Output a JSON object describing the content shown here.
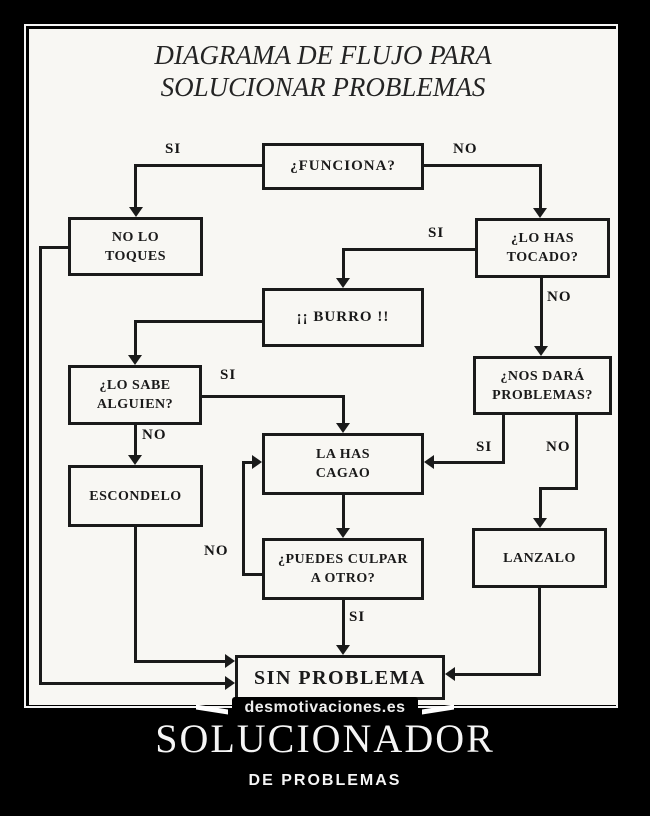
{
  "title": {
    "line1": "DIAGRAMA DE FLUJO PARA",
    "line2": "SOLUCIONAR PROBLEMAS"
  },
  "nodes": {
    "funciona": {
      "label": "¿FUNCIONA?"
    },
    "no_lo_toques": {
      "label": "NO LO\nTOQUES"
    },
    "lo_has_tocado": {
      "label": "¿LO HAS\nTOCADO?"
    },
    "burro": {
      "label": "¡¡ BURRO !!"
    },
    "lo_sabe_alguien": {
      "label": "¿LO SABE\nALGUIEN?"
    },
    "nos_dara_problemas": {
      "label": "¿NOS DARÁ\nPROBLEMAS?"
    },
    "la_has_cagao": {
      "label": "LA HAS\nCAGAO"
    },
    "escondelo": {
      "label": "ESCONDELO"
    },
    "puedes_culpar_a_otro": {
      "label": "¿PUEDES CULPAR\nA OTRO?"
    },
    "lanzalo": {
      "label": "LANZALO"
    },
    "sin_problema": {
      "label": "SIN PROBLEMA"
    }
  },
  "edge_labels": {
    "funciona_si": "SI",
    "funciona_no": "NO",
    "tocado_si": "SI",
    "tocado_no": "NO",
    "sabe_si": "SI",
    "sabe_no": "NO",
    "dara_si": "SI",
    "dara_no": "NO",
    "culpar_no": "NO",
    "culpar_si": "SI"
  },
  "edges": [
    {
      "from": "funciona",
      "to": "no_lo_toques",
      "label": "SI"
    },
    {
      "from": "funciona",
      "to": "lo_has_tocado",
      "label": "NO"
    },
    {
      "from": "lo_has_tocado",
      "to": "burro",
      "label": "SI"
    },
    {
      "from": "lo_has_tocado",
      "to": "nos_dara_problemas",
      "label": "NO"
    },
    {
      "from": "burro",
      "to": "lo_sabe_alguien",
      "label": ""
    },
    {
      "from": "lo_sabe_alguien",
      "to": "la_has_cagao",
      "label": "SI"
    },
    {
      "from": "lo_sabe_alguien",
      "to": "escondelo",
      "label": "NO"
    },
    {
      "from": "nos_dara_problemas",
      "to": "la_has_cagao",
      "label": "SI"
    },
    {
      "from": "nos_dara_problemas",
      "to": "lanzalo",
      "label": "NO"
    },
    {
      "from": "la_has_cagao",
      "to": "puedes_culpar_a_otro",
      "label": ""
    },
    {
      "from": "puedes_culpar_a_otro",
      "to": "la_has_cagao",
      "label": "NO"
    },
    {
      "from": "puedes_culpar_a_otro",
      "to": "sin_problema",
      "label": "SI"
    },
    {
      "from": "escondelo",
      "to": "sin_problema",
      "label": ""
    },
    {
      "from": "no_lo_toques",
      "to": "sin_problema",
      "label": ""
    },
    {
      "from": "lanzalo",
      "to": "sin_problema",
      "label": ""
    }
  ],
  "watermark": {
    "text": "desmotivaciones.es"
  },
  "caption": {
    "title": "SOLUCIONADOR",
    "subtitle": "DE PROBLEMAS"
  },
  "colors": {
    "page_bg": "#000000",
    "paper": "#f8f7f3",
    "ink": "#1a1a1a",
    "frame": "#f5f5f5",
    "caption_text": "#f5f5f5"
  }
}
